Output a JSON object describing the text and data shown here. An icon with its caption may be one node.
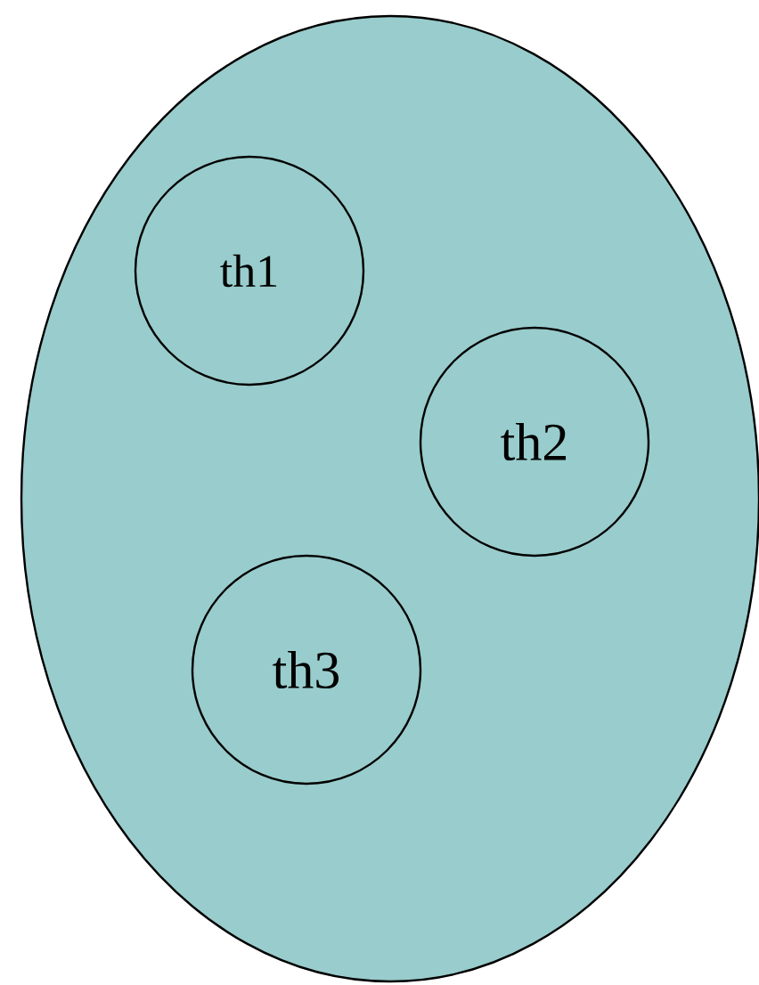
{
  "diagram": {
    "nodes": [
      {
        "text": [],
        "shape": "ellipse"
      },
      {
        "text": [
          "th1"
        ],
        "in": 0
      },
      {
        "text": [
          "th2"
        ],
        "in": 0
      },
      {
        "text": [
          "th3"
        ],
        "in": 0
      }
    ]
  }
}
